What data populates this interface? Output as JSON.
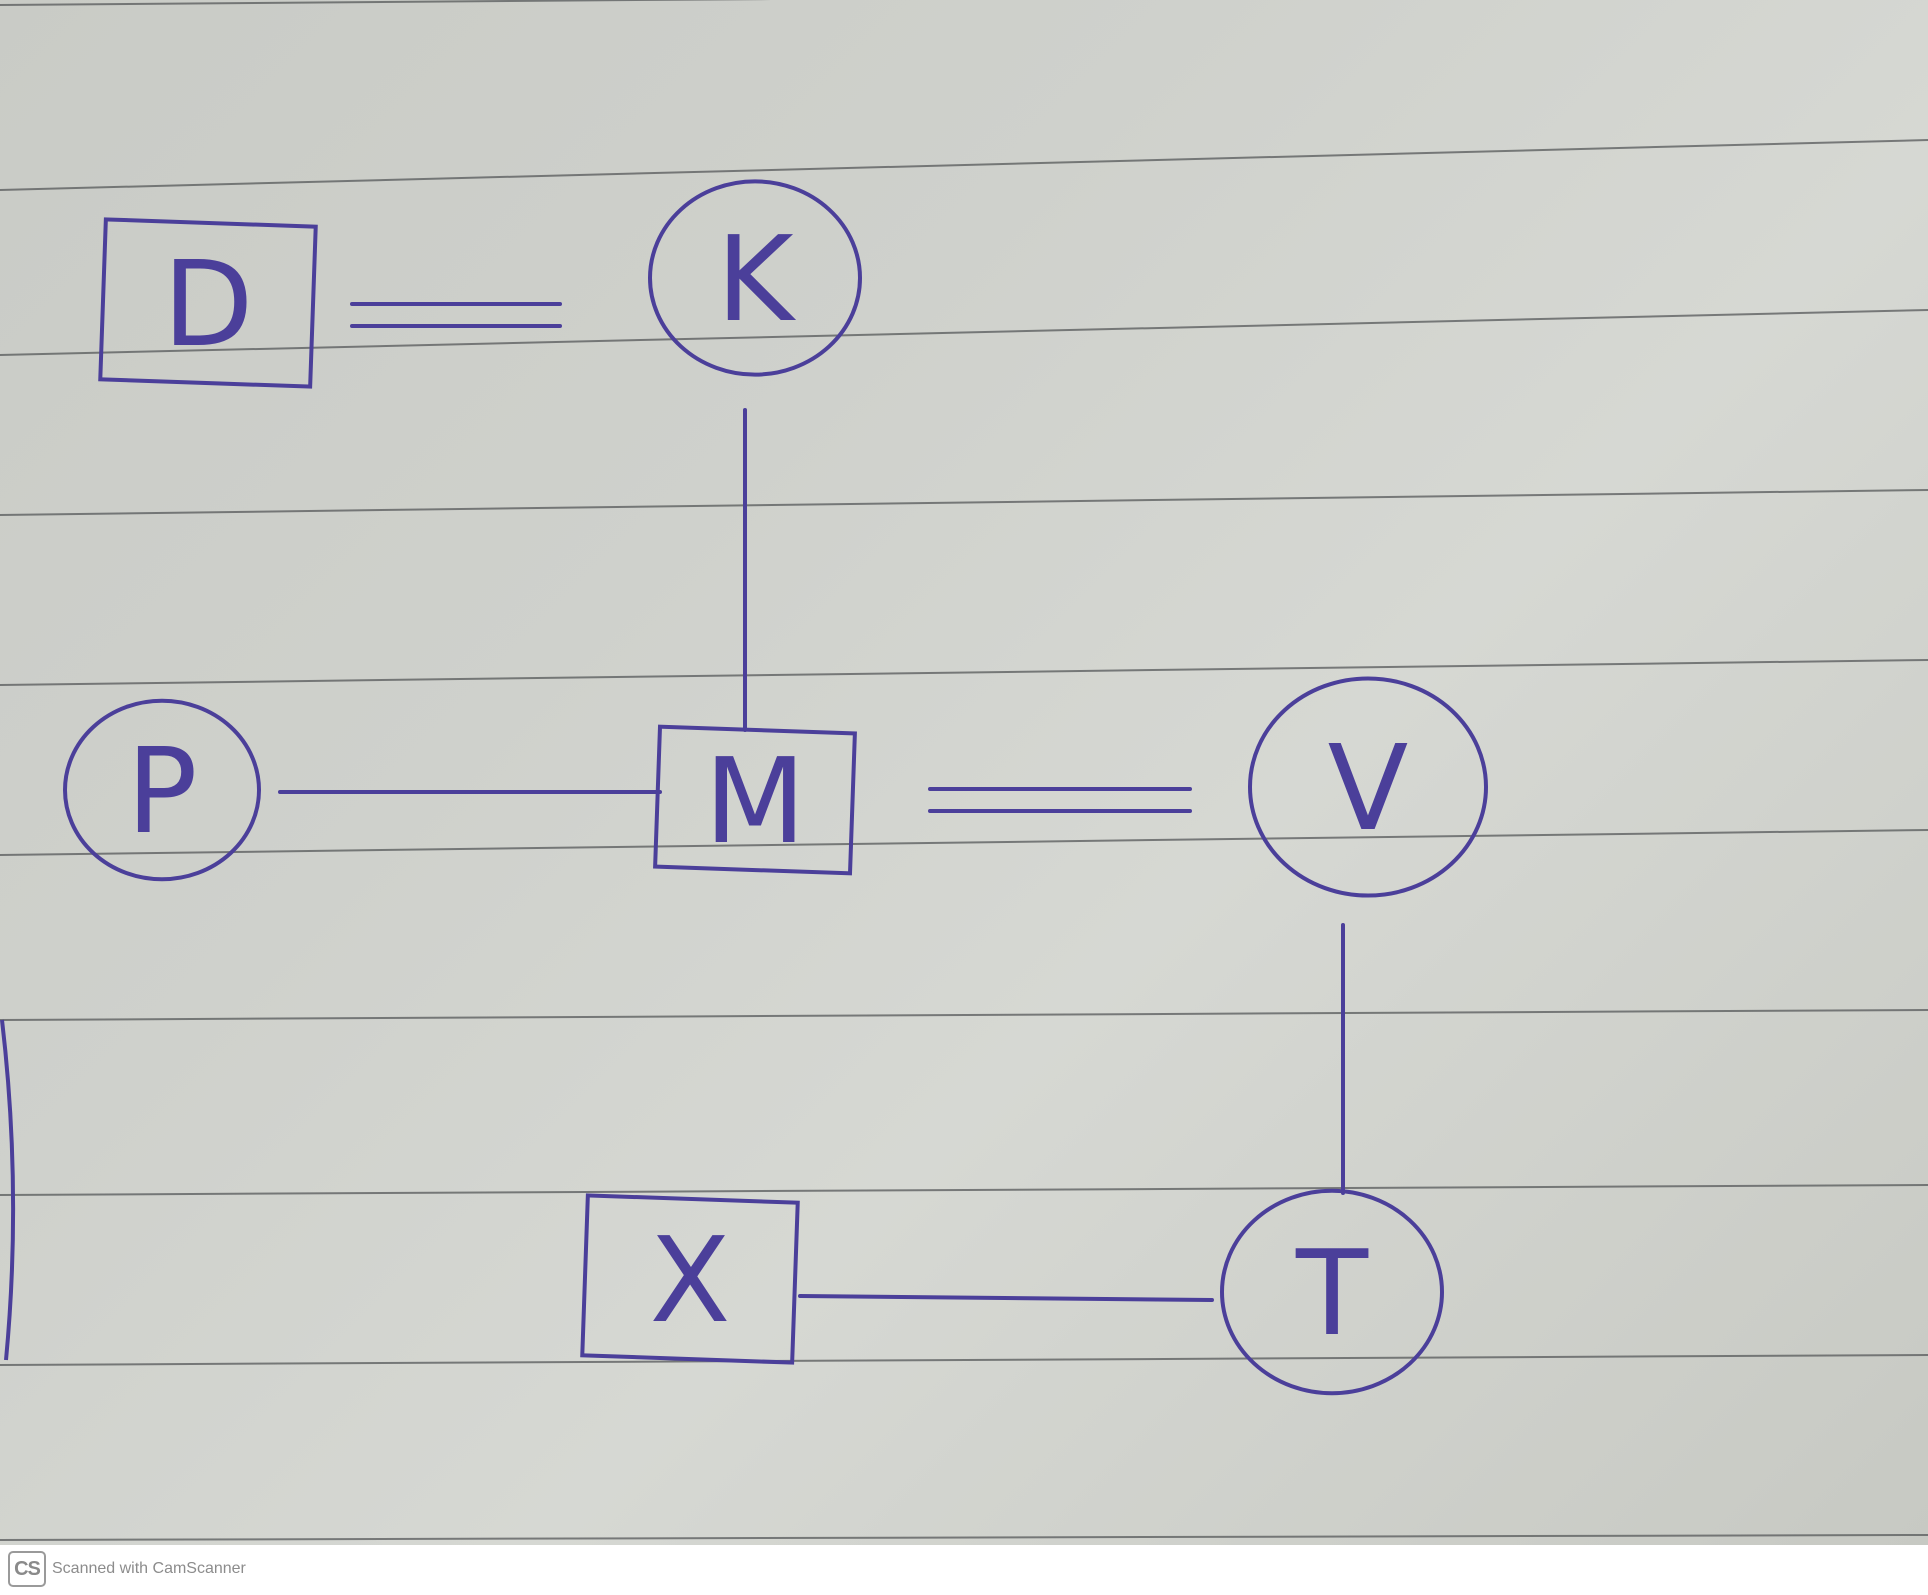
{
  "diagram": {
    "ink_color": "#4b3f9a",
    "nodes": [
      {
        "id": "D",
        "label": "D",
        "shape": "square"
      },
      {
        "id": "K",
        "label": "K",
        "shape": "circle"
      },
      {
        "id": "P",
        "label": "P",
        "shape": "circle"
      },
      {
        "id": "M",
        "label": "M",
        "shape": "square"
      },
      {
        "id": "V",
        "label": "V",
        "shape": "circle"
      },
      {
        "id": "X",
        "label": "X",
        "shape": "square"
      },
      {
        "id": "T",
        "label": "T",
        "shape": "circle"
      }
    ],
    "edges": [
      {
        "from": "D",
        "to": "K",
        "style": "double"
      },
      {
        "from": "K",
        "to": "M",
        "style": "single"
      },
      {
        "from": "P",
        "to": "M",
        "style": "single"
      },
      {
        "from": "M",
        "to": "V",
        "style": "double"
      },
      {
        "from": "V",
        "to": "T",
        "style": "single"
      },
      {
        "from": "X",
        "to": "T",
        "style": "single"
      }
    ]
  },
  "footer": {
    "logo_text": "CS",
    "scanner_text": "Scanned with CamScanner"
  }
}
